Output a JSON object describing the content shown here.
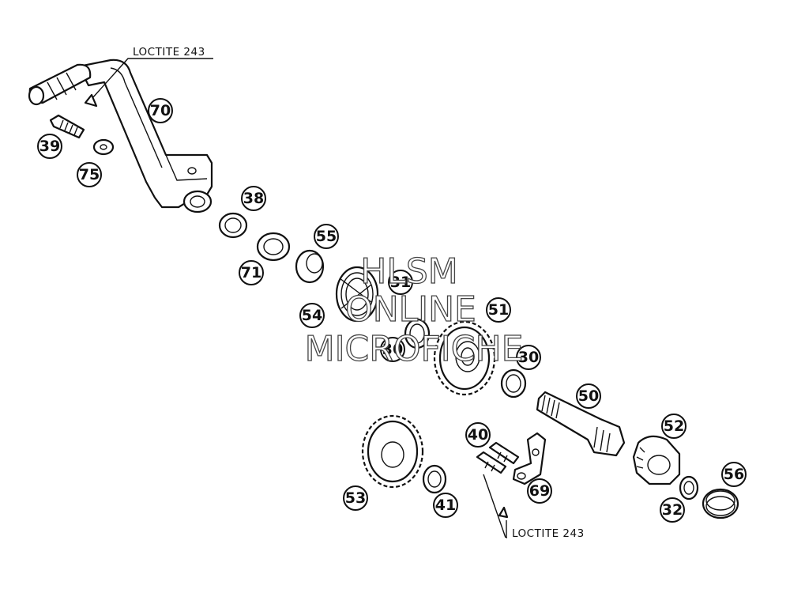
{
  "notes": {
    "top": "LOCTITE 243",
    "bottom": "LOCTITE 243"
  },
  "watermark": {
    "line1": "HLSM",
    "line2": "ONLINE",
    "line3": "MICROFICHE"
  },
  "callouts": {
    "c70": "70",
    "c39": "39",
    "c75": "75",
    "c38": "38",
    "c71": "71",
    "c55": "55",
    "c54": "54",
    "c31": "31",
    "c51": "51",
    "c30a": "30",
    "c30b": "30",
    "c50": "50",
    "c52": "52",
    "c40": "40",
    "c69": "69",
    "c53": "53",
    "c41": "41",
    "c32": "32",
    "c56": "56"
  }
}
